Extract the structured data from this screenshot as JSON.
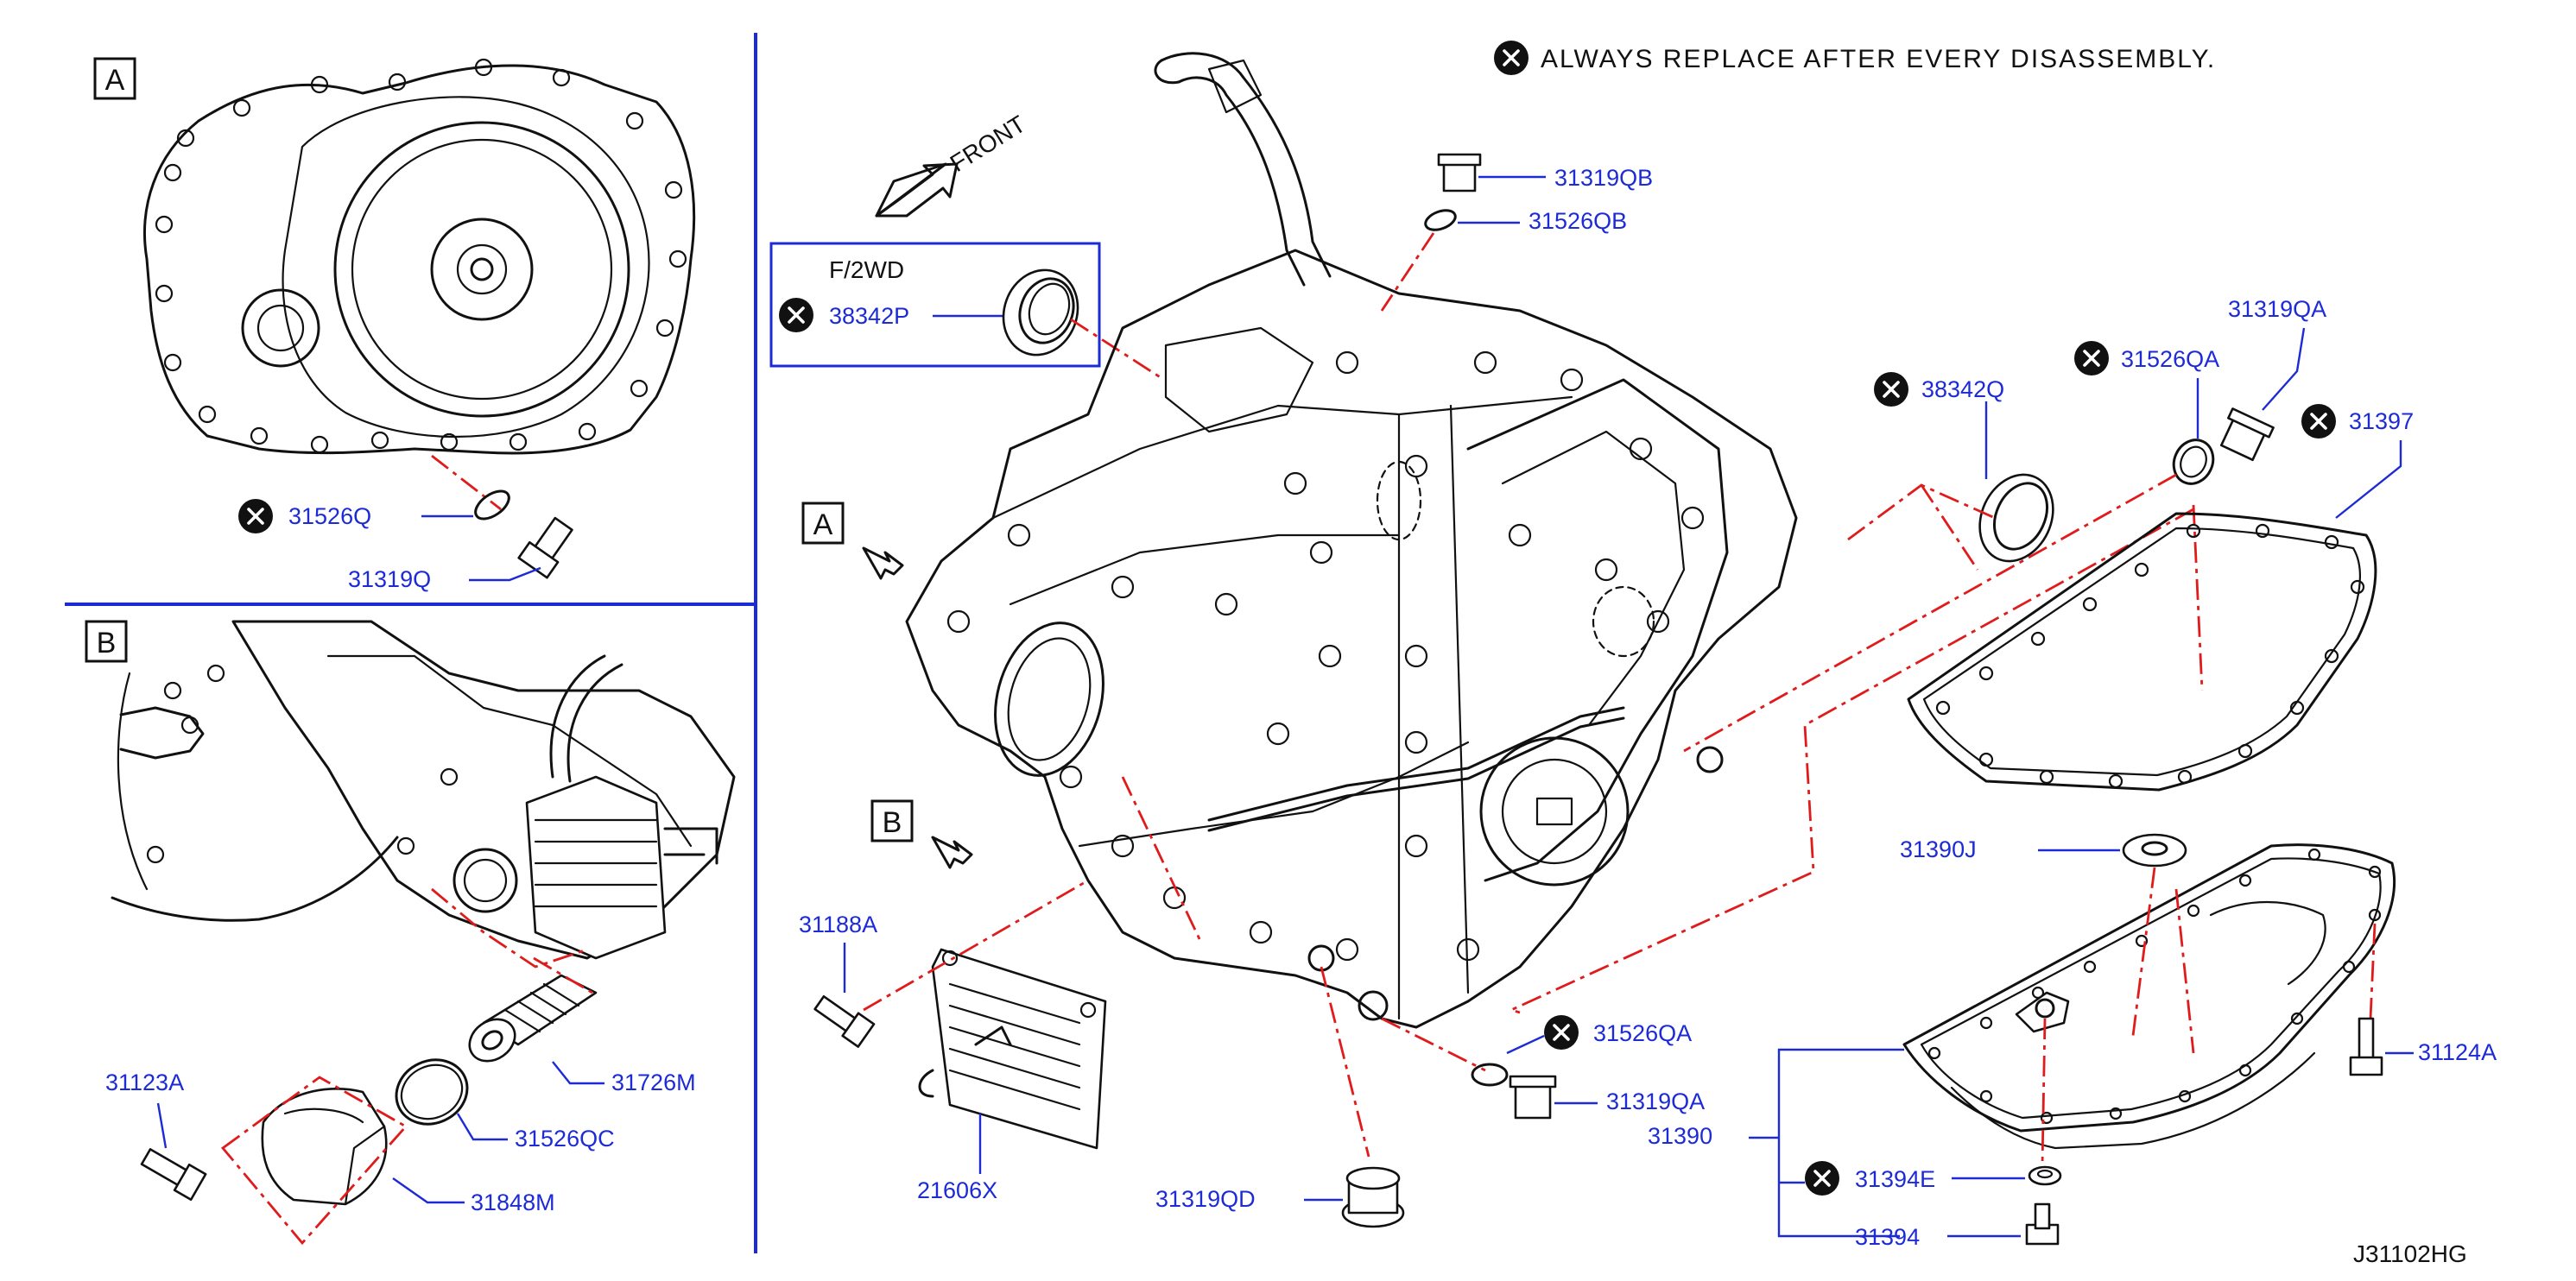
{
  "note": {
    "text": "ALWAYS REPLACE AFTER EVERY DISASSEMBLY."
  },
  "drawing_code": "J31102HG",
  "direction": {
    "front": "FRONT"
  },
  "views": {
    "a": "A",
    "b": "B"
  },
  "inset_box": {
    "title": "F/2WD",
    "part": "38342P"
  },
  "parts": {
    "p31319QB": "31319QB",
    "p31526QB": "31526QB",
    "p38342Q": "38342Q",
    "p31526QA_top": "31526QA",
    "p31319QA_top": "31319QA",
    "p31397": "31397",
    "p31390J": "31390J",
    "p31124A": "31124A",
    "p31390": "31390",
    "p31394E": "31394E",
    "p31394": "31394",
    "p31526QA_mid": "31526QA",
    "p31319QA_mid": "31319QA",
    "p31319QD": "31319QD",
    "p31188A": "31188A",
    "p21606X": "21606X",
    "p31526Q": "31526Q",
    "p31319Q": "31319Q",
    "p31123A": "31123A",
    "p31726M": "31726M",
    "p31526QC": "31526QC",
    "p31848M": "31848M"
  },
  "colors": {
    "label": "#1d2bd6",
    "leader_dashed": "#e01b1b",
    "line_art": "#111111"
  },
  "icons": {
    "replace_marker": "x-circle-icon"
  }
}
